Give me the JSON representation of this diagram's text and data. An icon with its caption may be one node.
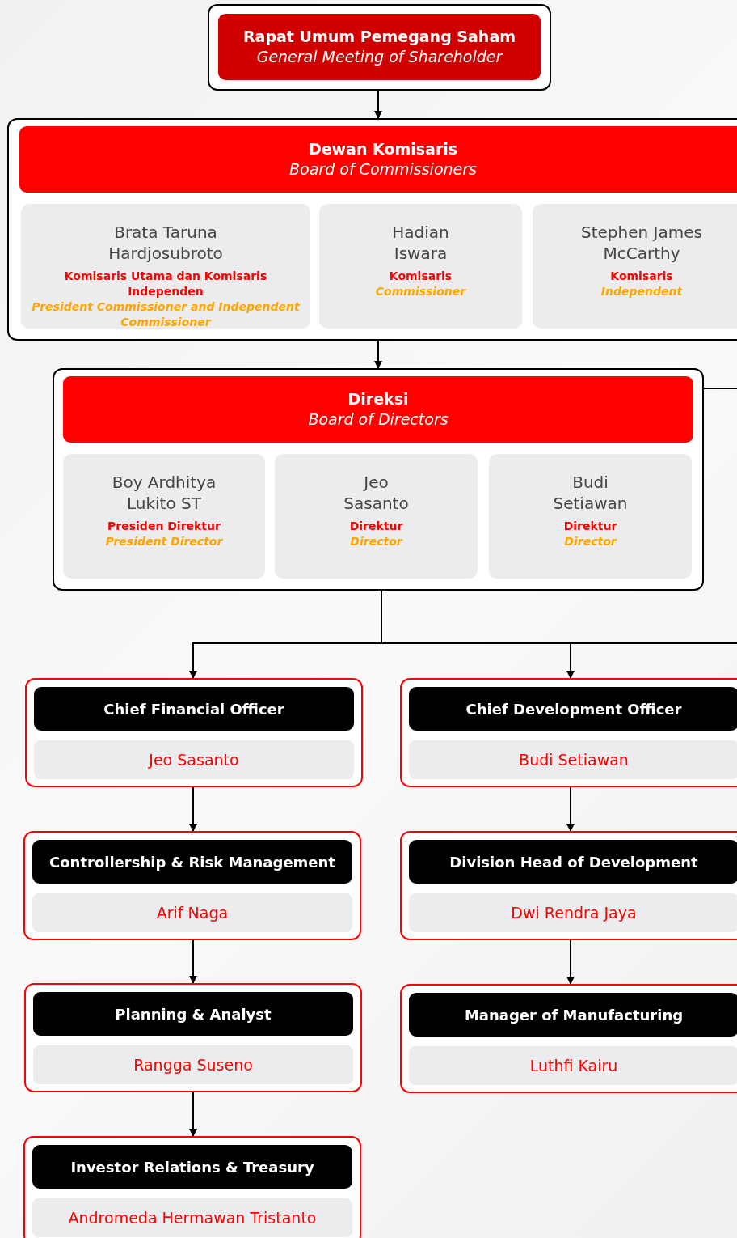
{
  "diagram": {
    "nodes": [
      {
        "text": [
          "Rapat Umum Pemegang Saham",
          "General Meeting of Shareholder"
        ]
      },
      {
        "text": [
          "Dewan Komisaris",
          "Board of Commissioners"
        ]
      },
      {
        "text": [
          "Brata Taruna Hardjosubroto",
          "Komisaris Utama dan Komisaris Independen",
          "President Commissioner and Independent Commissioner"
        ],
        "in": 1
      },
      {
        "text": [
          "Hadian Iswara",
          "Komisaris",
          "Commissioner"
        ],
        "in": 1
      },
      {
        "text": [
          "Stephen James McCarthy",
          "Komisaris",
          "Independent"
        ],
        "in": 1
      },
      {
        "text": [
          "Direksi",
          "Board of Directors"
        ]
      },
      {
        "text": [
          "Boy Ardhitya Lukito ST",
          "Presiden Direktur",
          "President Director"
        ],
        "in": 5
      },
      {
        "text": [
          "Jeo Sasanto",
          "Direktur",
          "Director"
        ],
        "in": 5
      },
      {
        "text": [
          "Budi Setiawan",
          "Direktur",
          "Director"
        ],
        "in": 5
      },
      {
        "text": [
          "Chief Financial Officer",
          "Jeo Sasanto"
        ]
      },
      {
        "text": [
          "Chief Development Officer",
          "Budi Setiawan"
        ]
      },
      {
        "text": [
          "Controllership & Risk Management",
          "Arif Naga"
        ]
      },
      {
        "text": [
          "Division Head of Development",
          "Dwi Rendra Jaya"
        ]
      },
      {
        "text": [
          "Planning & Analyst",
          "Rangga Suseno"
        ]
      },
      {
        "text": [
          "Manager of Manufacturing",
          "Luthfi Kairu"
        ]
      },
      {
        "text": [
          "Investor Relations & Treasury",
          "Andromeda Hermawan Tristanto"
        ]
      }
    ],
    "edges": [
      {
        "from": 0,
        "to": 1,
        "arrow": "to"
      },
      {
        "from": 1,
        "to": 5,
        "arrow": "to"
      },
      {
        "from": 5,
        "to": null,
        "arrow": "none"
      },
      {
        "from": 5,
        "to": 9,
        "arrow": "to"
      },
      {
        "from": 5,
        "to": 10,
        "arrow": "to"
      },
      {
        "from": 5,
        "to": null,
        "arrow": "none"
      },
      {
        "from": 9,
        "to": 11,
        "arrow": "to"
      },
      {
        "from": 11,
        "to": 13,
        "arrow": "to"
      },
      {
        "from": 13,
        "to": 15,
        "arrow": "to"
      },
      {
        "from": 10,
        "to": 12,
        "arrow": "to"
      },
      {
        "from": 12,
        "to": 14,
        "arrow": "to"
      }
    ]
  }
}
